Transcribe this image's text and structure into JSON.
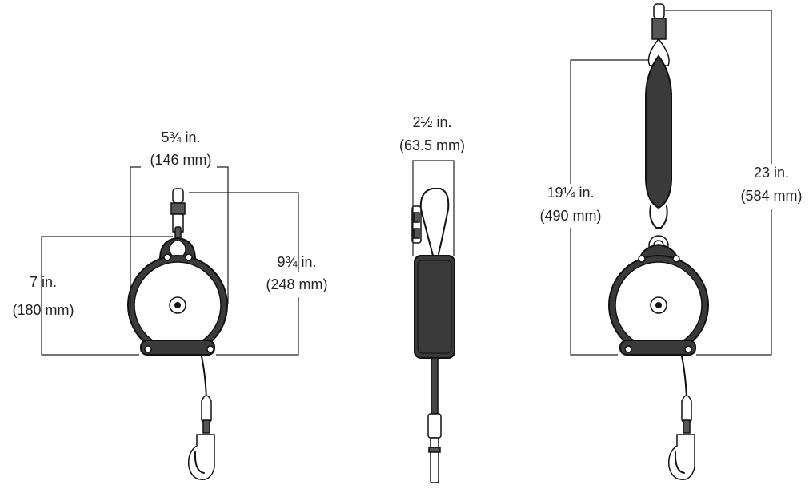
{
  "front_view": {
    "width_label": {
      "imperial": "5¾ in.",
      "metric": "(146 mm)"
    },
    "housing_height_label": {
      "imperial": "7 in.",
      "metric": "(180 mm)"
    },
    "overall_height_label": {
      "imperial": "9¾ in.",
      "metric": "(248 mm)"
    }
  },
  "side_view": {
    "depth_label": {
      "imperial": "2½ in.",
      "metric": "(63.5 mm)"
    }
  },
  "extended_view": {
    "housing_to_top_label": {
      "imperial": "19¼ in.",
      "metric": "(490 mm)"
    },
    "overall_height_label": {
      "imperial": "23 in.",
      "metric": "(584 mm)"
    }
  }
}
